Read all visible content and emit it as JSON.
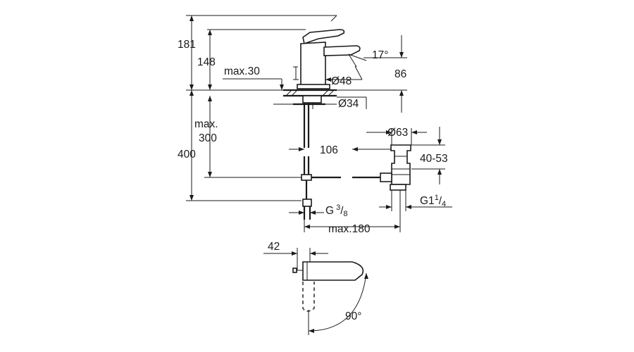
{
  "dimensions": {
    "height_181": "181",
    "height_148": "148",
    "deck_max_label": "max.30",
    "spout_angle": "17°",
    "dia_48": "Ø48",
    "dim_86": "86",
    "dia_34": "Ø34",
    "max_label": "max.",
    "max_300": "300",
    "dim_400": "400",
    "dim_106": "106",
    "dia_63": "Ø63",
    "range_40_53": "40-53",
    "g38_main": "G",
    "g38_num": "3",
    "g38_den": "8",
    "g114_main": "G1",
    "g114_num": "1",
    "g114_den": "4",
    "max_180": "max.180",
    "dim_42": "42",
    "lever_angle": "90°"
  }
}
